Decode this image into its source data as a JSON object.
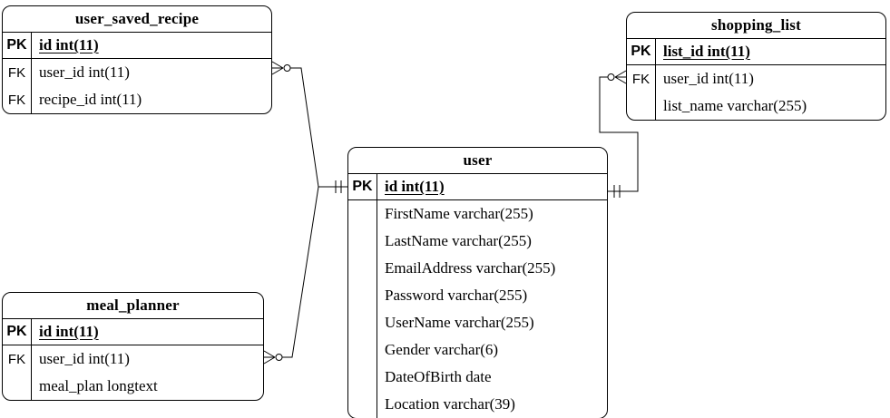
{
  "diagram_type": "entity-relationship",
  "colors": {
    "background": "#ffffff",
    "table_fill": "#ffffff",
    "line": "#000000",
    "text": "#000000"
  },
  "tables": [
    {
      "name": "user_saved_recipe",
      "title": "user_saved_recipe",
      "rows": [
        {
          "key": "PK",
          "field": "id int(11)"
        },
        {
          "key": "FK",
          "field": "user_id int(11)"
        },
        {
          "key": "FK",
          "field": "recipe_id int(11)"
        }
      ]
    },
    {
      "name": "shopping_list",
      "title": "shopping_list",
      "rows": [
        {
          "key": "PK",
          "field": "list_id int(11)"
        },
        {
          "key": "FK",
          "field": "user_id int(11)"
        },
        {
          "key": "",
          "field": "list_name varchar(255)"
        }
      ]
    },
    {
      "name": "user",
      "title": "user",
      "rows": [
        {
          "key": "PK",
          "field": "id int(11)"
        },
        {
          "key": "",
          "field": "FirstName varchar(255)"
        },
        {
          "key": "",
          "field": "LastName varchar(255)"
        },
        {
          "key": "",
          "field": "EmailAddress varchar(255)"
        },
        {
          "key": "",
          "field": "Password varchar(255)"
        },
        {
          "key": "",
          "field": "UserName varchar(255)"
        },
        {
          "key": "",
          "field": "Gender varchar(6)"
        },
        {
          "key": "",
          "field": "DateOfBirth date"
        },
        {
          "key": "",
          "field": "Location varchar(39)"
        }
      ]
    },
    {
      "name": "meal_planner",
      "title": "meal_planner",
      "rows": [
        {
          "key": "PK",
          "field": "id int(11)"
        },
        {
          "key": "FK",
          "field": "user_id int(11)"
        },
        {
          "key": "",
          "field": "meal_plan longtext"
        }
      ]
    }
  ],
  "relationships": [
    {
      "from_table": "user_saved_recipe",
      "from_field": "user_id",
      "to_table": "user",
      "to_field": "id",
      "from_cardinality": "zero-or-many",
      "to_cardinality": "one-and-only-one"
    },
    {
      "from_table": "meal_planner",
      "from_field": "user_id",
      "to_table": "user",
      "to_field": "id",
      "from_cardinality": "zero-or-many",
      "to_cardinality": "one-and-only-one"
    },
    {
      "from_table": "shopping_list",
      "from_field": "user_id",
      "to_table": "user",
      "to_field": "id",
      "from_cardinality": "zero-or-many",
      "to_cardinality": "one-and-only-one"
    }
  ]
}
